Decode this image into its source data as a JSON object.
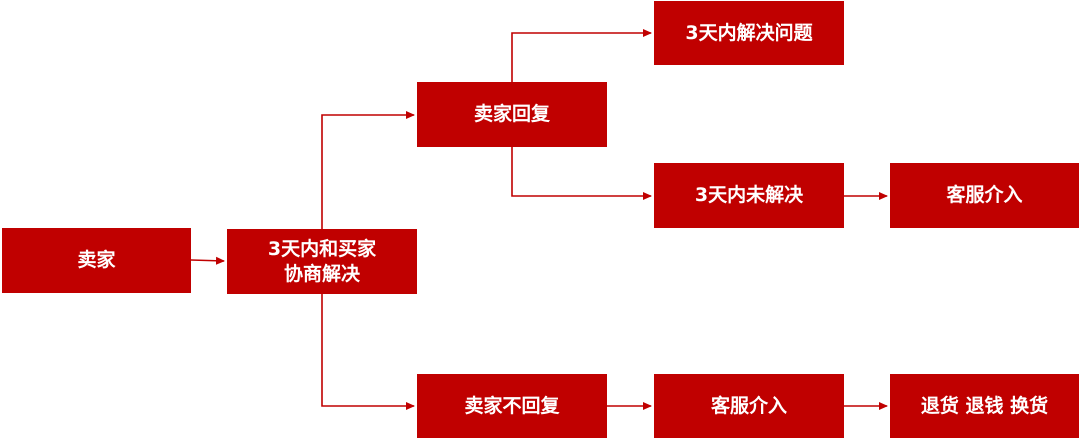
{
  "colors": {
    "box_fill": "#c00000",
    "box_text": "#ffffff",
    "connector": "#c00000",
    "background": "#ffffff"
  },
  "nodes": {
    "seller": "卖家",
    "negotiate": "3天内和买家\n协商解决",
    "seller_reply": "卖家回复",
    "resolved_3days": "3天内解决问题",
    "unresolved_3days": "3天内未解决",
    "cs_intervene_top": "客服介入",
    "seller_no_reply": "卖家不回复",
    "cs_intervene_bottom": "客服介入",
    "refund_options": "退货 退钱 换货"
  }
}
